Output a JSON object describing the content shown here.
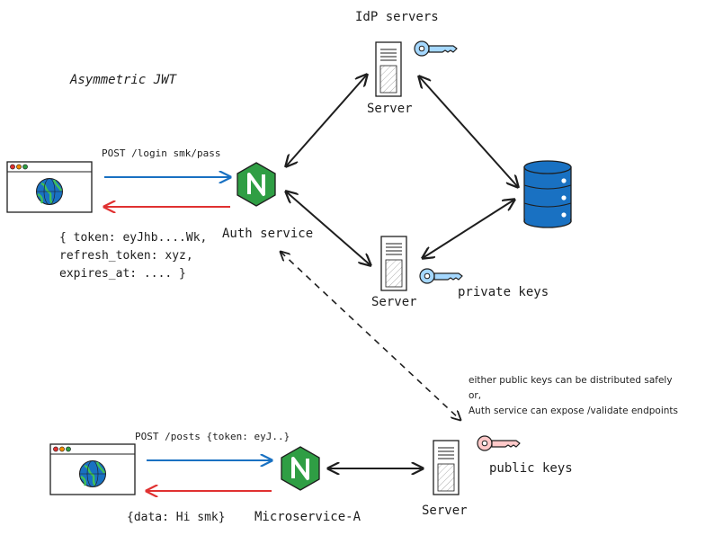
{
  "title": "Asymmetric JWT",
  "idp_servers_label": "IdP servers",
  "server_top_label": "Server",
  "server_mid_label": "Server",
  "server_bottom_label": "Server",
  "auth_service_label": "Auth service",
  "microservice_label": "Microservice-A",
  "private_keys_label": "private keys",
  "public_keys_label": "public keys",
  "login_request": "POST /login smk/pass",
  "login_response": [
    "{ token: eyJhb....Wk,",
    "refresh_token: xyz,",
    "expires_at: .... }"
  ],
  "posts_request": "POST /posts {token: eyJ..}",
  "posts_response": "{data: Hi smk}",
  "note": [
    "either public keys can be distributed safely",
    "or,",
    "Auth service can expose /validate endpoints"
  ],
  "colors": {
    "request_arrow": "#1971c2",
    "response_arrow": "#e03131",
    "nginx_green": "#2f9e44",
    "database_blue": "#1971c2",
    "private_key": "#a5d8ff",
    "public_key": "#ffc9c9"
  },
  "icons": [
    "browser-window-icon",
    "globe-icon",
    "nginx-icon",
    "server-icon",
    "key-icon",
    "database-icon"
  ]
}
